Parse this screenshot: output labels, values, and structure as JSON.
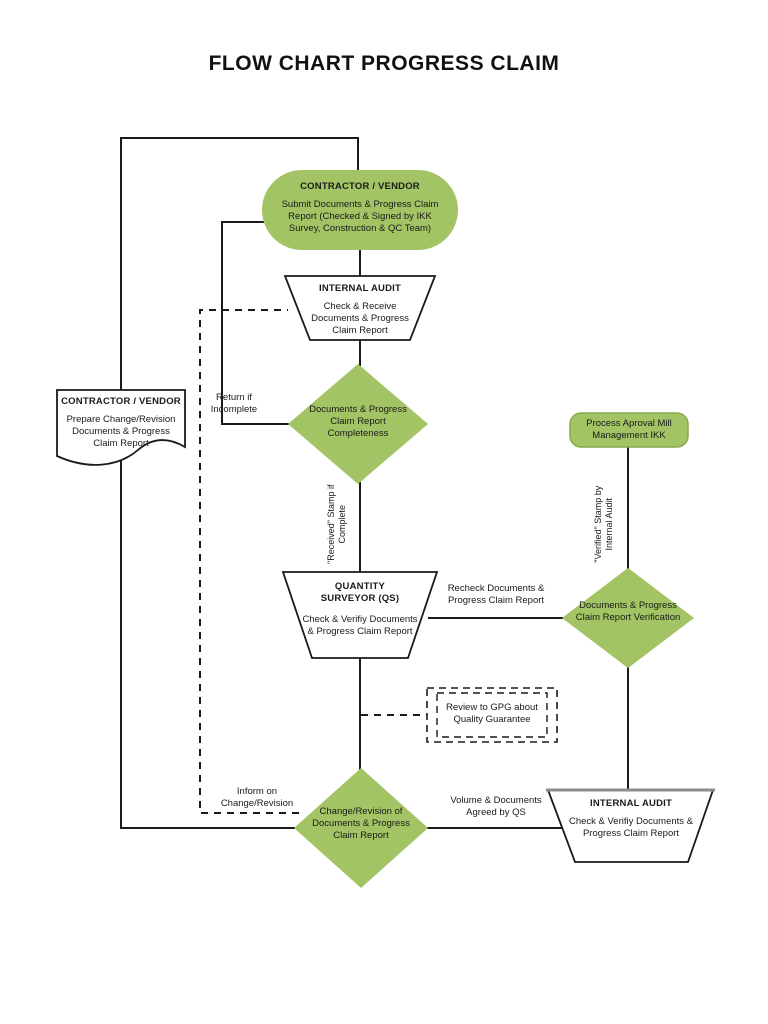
{
  "title": "FLOW CHART PROGRESS CLAIM",
  "colors": {
    "shape_green": "#a2c464",
    "green_border": "#86a94d",
    "line_black": "#1a1a1a",
    "trapezoid_top_gray": "#8c8c8c"
  },
  "nodes": {
    "contractor_submit": {
      "shape": "stadium",
      "title": "CONTRACTOR / VENDOR",
      "body": "Submit Documents & Progress Claim Report (Checked & Signed by IKK Survey, Construction & QC Team)"
    },
    "internal_audit_top": {
      "shape": "trapezoid",
      "title": "INTERNAL AUDIT",
      "body": "Check & Receive Documents & Progress Claim Report"
    },
    "completeness_decision": {
      "shape": "diamond",
      "label": "Documents & Progress Claim Report Completeness"
    },
    "contractor_prepare": {
      "shape": "document",
      "title": "CONTRACTOR / VENDOR",
      "body": "Prepare Change/Revision Documents & Progress Claim Report"
    },
    "process_approval": {
      "shape": "rounded-rect",
      "label": "Process Aproval Mill Management IKK"
    },
    "quantity_surveyor": {
      "shape": "trapezoid",
      "title": "QUANTITY SURVEYOR (QS)",
      "body": "Check & Verifiy Documents & Progress Claim Report"
    },
    "verification_decision": {
      "shape": "diamond",
      "label": "Documents & Progress Claim Report Verification"
    },
    "review_gpg": {
      "shape": "dashed-rect",
      "label": "Review to GPG about Quality Guarantee"
    },
    "change_revision_decision": {
      "shape": "diamond",
      "label": "Change/Revision of Documents & Progress Claim Report"
    },
    "internal_audit_bottom": {
      "shape": "trapezoid",
      "title": "INTERNAL AUDIT",
      "body": "Check & Verifiy Documents & Progress Claim Report"
    }
  },
  "edge_labels": {
    "return_if_incomplete": "Return if Incomplete",
    "received_stamp": "\"Received\" Stamp if Complete",
    "verified_stamp": "\"Verified\" Stamp by Internal Audit",
    "recheck": "Recheck Documents & Progress Claim Report",
    "inform_change": "Inform on Change/Revision",
    "volume_agreed": "Volume & Documents Agreed by QS"
  }
}
